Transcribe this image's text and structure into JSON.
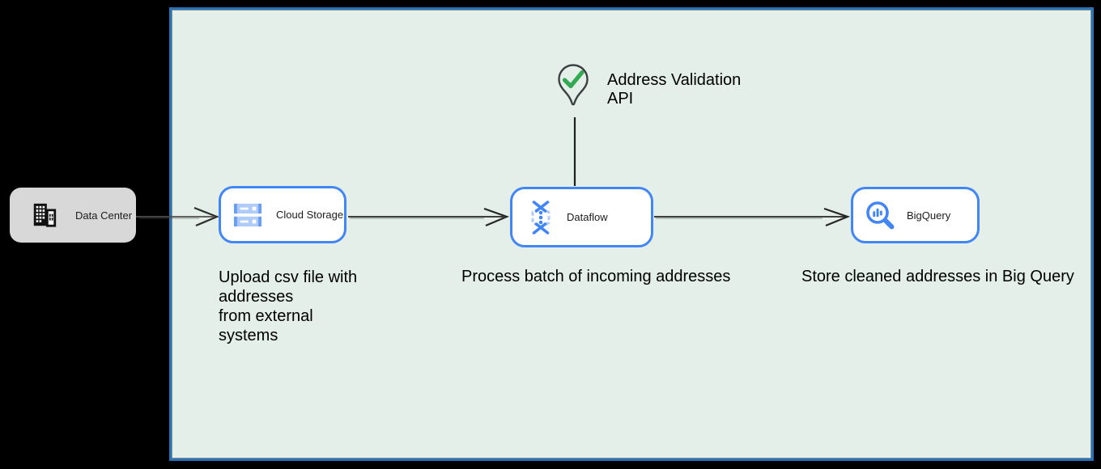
{
  "colors": {
    "background": "#000000",
    "canvas_fill": "#e3efe8",
    "canvas_border": "#2a72b8",
    "node_border": "#4285f4",
    "node_fill": "#ffffff",
    "datacenter_fill": "#d8d8d8",
    "edge": "#262626",
    "edge_on_black": "#4f4f4f",
    "pin_outline": "#3c4043",
    "check_green": "#34a853",
    "icon_blue": "#4285f4",
    "icon_blue_light": "#aecbfa",
    "text": "#000000"
  },
  "nodes": [
    {
      "id": "data-center",
      "label": "Data Center",
      "icon": "building-icon"
    },
    {
      "id": "cloud-storage",
      "label": "Cloud Storage",
      "icon": "cloud-storage-icon"
    },
    {
      "id": "dataflow",
      "label": "Dataflow",
      "icon": "dataflow-icon"
    },
    {
      "id": "bigquery",
      "label": "BigQuery",
      "icon": "bigquery-icon"
    }
  ],
  "marker": {
    "label": "Address Validation\nAPI",
    "icon": "map-pin-check-icon"
  },
  "captions": {
    "upload": "Upload csv file with\naddresses\nfrom external\nsystems",
    "process": "Process batch of incoming addresses",
    "store": "Store cleaned addresses in Big Query"
  }
}
